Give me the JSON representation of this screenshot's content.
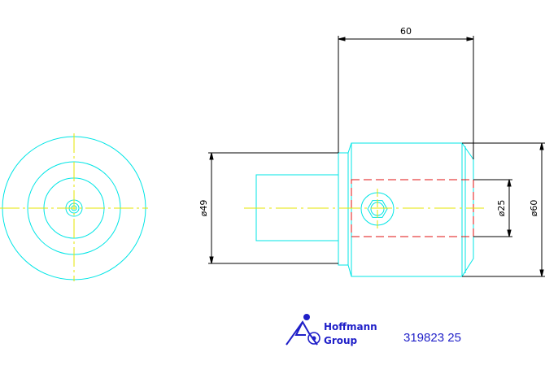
{
  "drawing": {
    "dimensions": {
      "length": "60",
      "shank_diameter": "ø49",
      "bore_diameter": "ø25",
      "body_diameter": "ø60"
    },
    "part_number": "319823 25",
    "logo": {
      "line1": "Hoffmann",
      "line2": "Group"
    },
    "colors": {
      "outline": "#00e5e5",
      "centerline": "#e5e500",
      "hidden_line": "#e01010",
      "dimension": "#000000",
      "brand": "#1f1fc8"
    }
  }
}
